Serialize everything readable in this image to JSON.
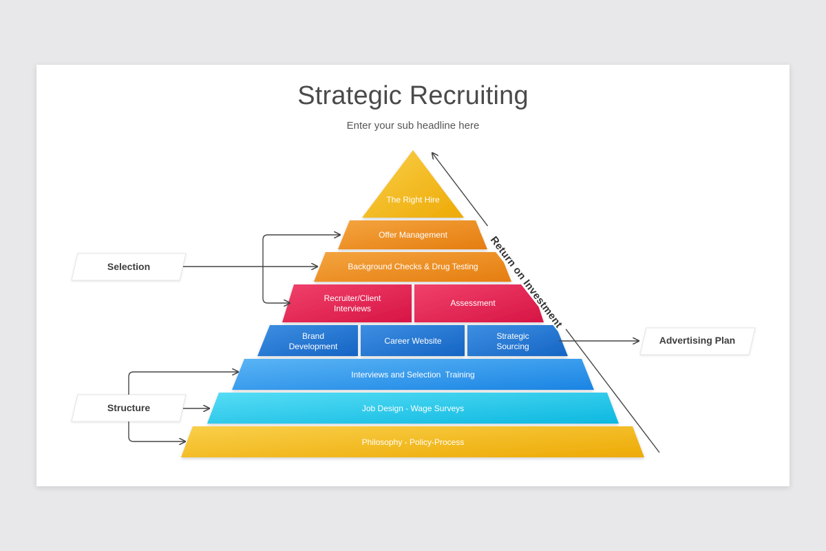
{
  "title": "Strategic Recruiting",
  "subtitle": "Enter your sub headline here",
  "pyramid": {
    "level1": {
      "label": "The Right Hire"
    },
    "level2": {
      "label": "Offer Management"
    },
    "level3": {
      "label": "Background Checks & Drug Testing"
    },
    "level4": {
      "left_line1": "Recruiter/Client",
      "left_line2": "Interviews",
      "right": "Assessment"
    },
    "level5": {
      "left_line1": "Brand",
      "left_line2": "Development",
      "middle": "Career Website",
      "right_line1": "Strategic",
      "right_line2": "Sourcing"
    },
    "level6": {
      "label": "Interviews and Selection  Training"
    },
    "level7": {
      "label": "Job Design - Wage Surveys"
    },
    "level8": {
      "label": "Philosophy - Policy-Process"
    }
  },
  "tags": {
    "selection": "Selection",
    "structure": "Structure",
    "advertising": "Advertising Plan"
  },
  "roi_label": "Return on Investment",
  "colors": {
    "yellow": "#f2b513",
    "orange": "#ea8a1c",
    "red": "#e2204f",
    "blue": "#1f74cf",
    "light_blue": "#2f94ea",
    "cyan": "#23c6ec",
    "background": "#e8e7e9"
  }
}
